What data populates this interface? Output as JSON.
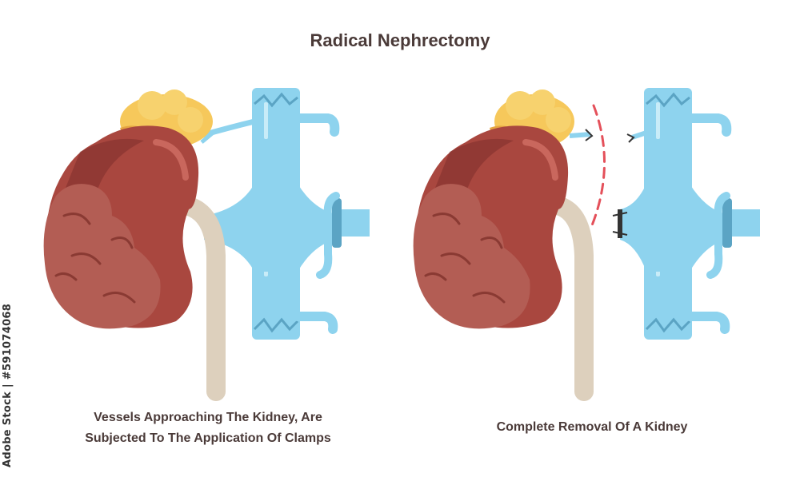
{
  "title": "Radical Nephrectomy",
  "stock_id": "Adobe Stock | #591074068",
  "panels": [
    {
      "caption_lines": [
        "Vessels Approaching The Kidney, Are",
        "Subjected To The Application Of Clamps"
      ]
    },
    {
      "caption_lines": [
        "Complete Removal Of A Kidney"
      ]
    }
  ],
  "colors": {
    "kidney": "#a9473f",
    "kidney_dark": "#7e2e2b",
    "tumor": "#b35d54",
    "adrenal": "#f6c85b",
    "vessel": "#8ed3ee",
    "vessel_dark": "#5ba4c4",
    "ureter": "#ddd0bd",
    "cut_line": "#e4505a"
  }
}
